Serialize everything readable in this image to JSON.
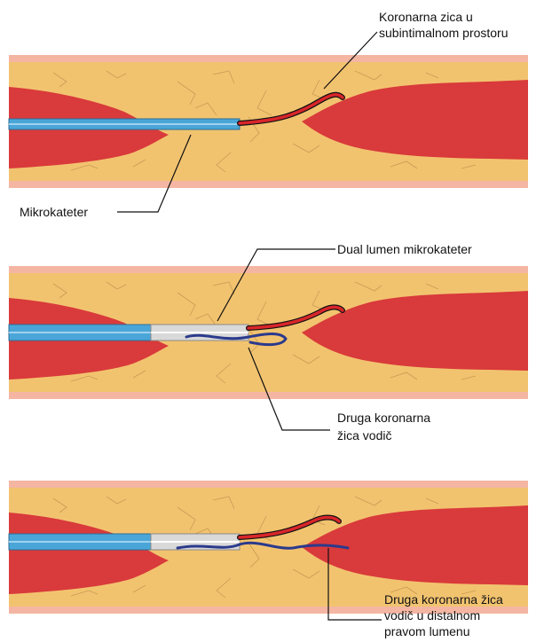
{
  "labels": {
    "wire_subintimal": [
      "Koronarna zica u",
      "subintimalnom prostoru"
    ],
    "microcatheter": "Mikrokateter",
    "dual_lumen": "Dual lumen mikrokateter",
    "second_wire": [
      "Druga koronarna",
      "žica vodič"
    ],
    "second_wire_distal": [
      "Druga koronarna žica",
      "vodič u distalnom",
      "pravom lumenu"
    ]
  },
  "colors": {
    "vessel_wall": "#f4b6a2",
    "vessel_lumen": "#d93a3b",
    "plaque": "#f2c36f",
    "plaque_lines": "#c99a54",
    "catheter": "#4aa6d8",
    "guidewire_red": "#d8262a",
    "guidewire_blue": "#2b3a8c",
    "dual_lumen_tip": "#d9d9d9"
  }
}
